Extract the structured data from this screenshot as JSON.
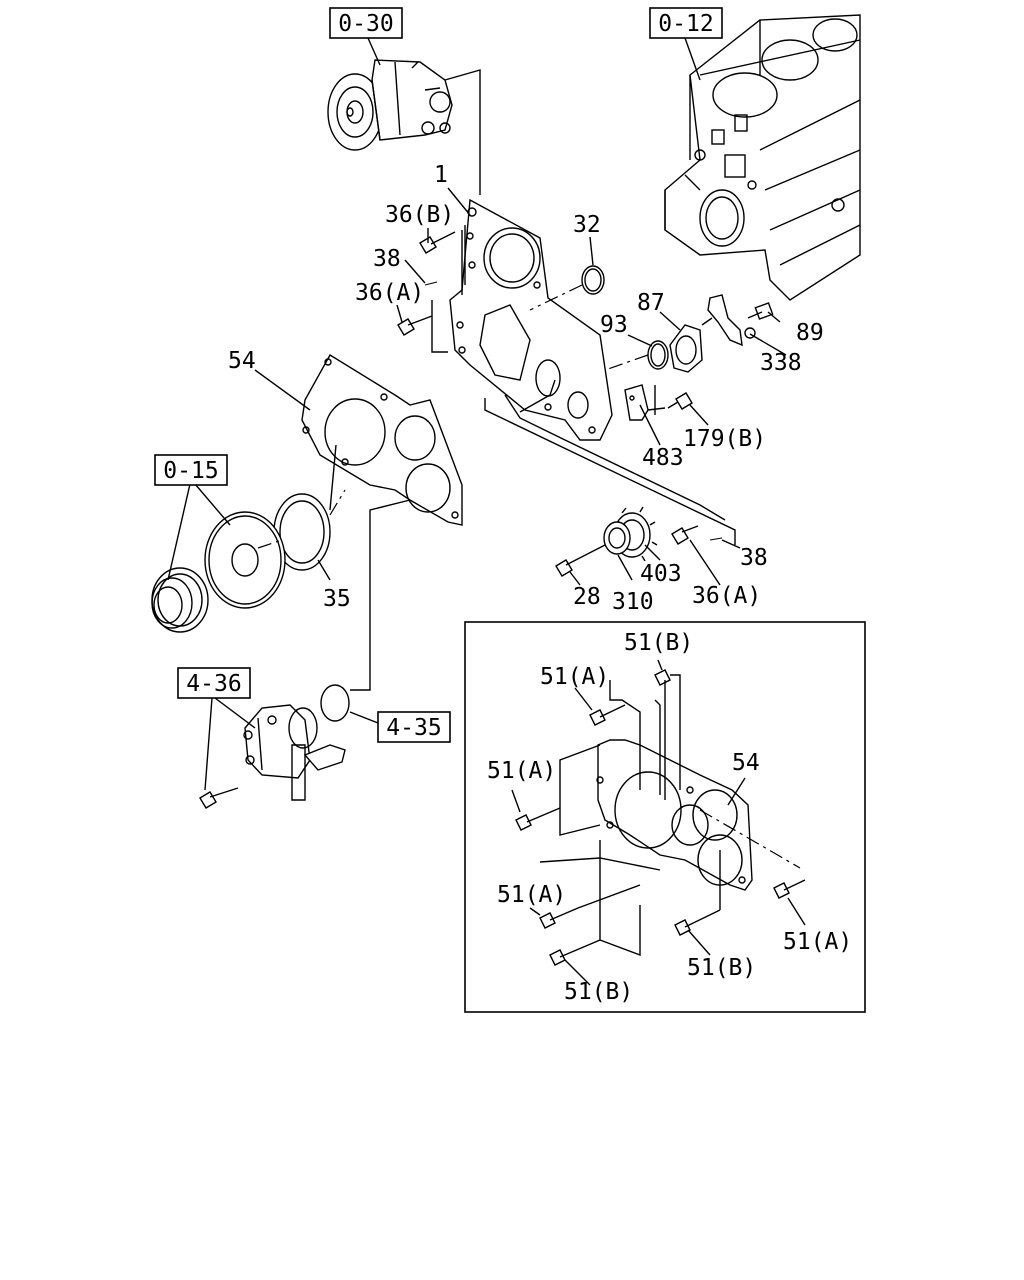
{
  "refs": {
    "r030": "0-30",
    "r012": "0-12",
    "r015": "0-15",
    "r436": "4-36",
    "r435": "4-35"
  },
  "labels": {
    "p1": "1",
    "p36b": "36(B)",
    "p38a": "38",
    "p36a_top": "36(A)",
    "p32": "32",
    "p87": "87",
    "p93": "93",
    "p89": "89",
    "p338": "338",
    "p54": "54",
    "p179b": "179(B)",
    "p483": "483",
    "p35": "35",
    "p38b": "38",
    "p403": "403",
    "p28": "28",
    "p310": "310",
    "p36a_bottom": "36(A)"
  },
  "inset": {
    "i51b_top": "51(B)",
    "i51a_1": "51(A)",
    "i51a_2": "51(A)",
    "i54": "54",
    "i51a_3": "51(A)",
    "i51a_4": "51(A)",
    "i51b_mid": "51(B)",
    "i51b_bottom": "51(B)"
  }
}
